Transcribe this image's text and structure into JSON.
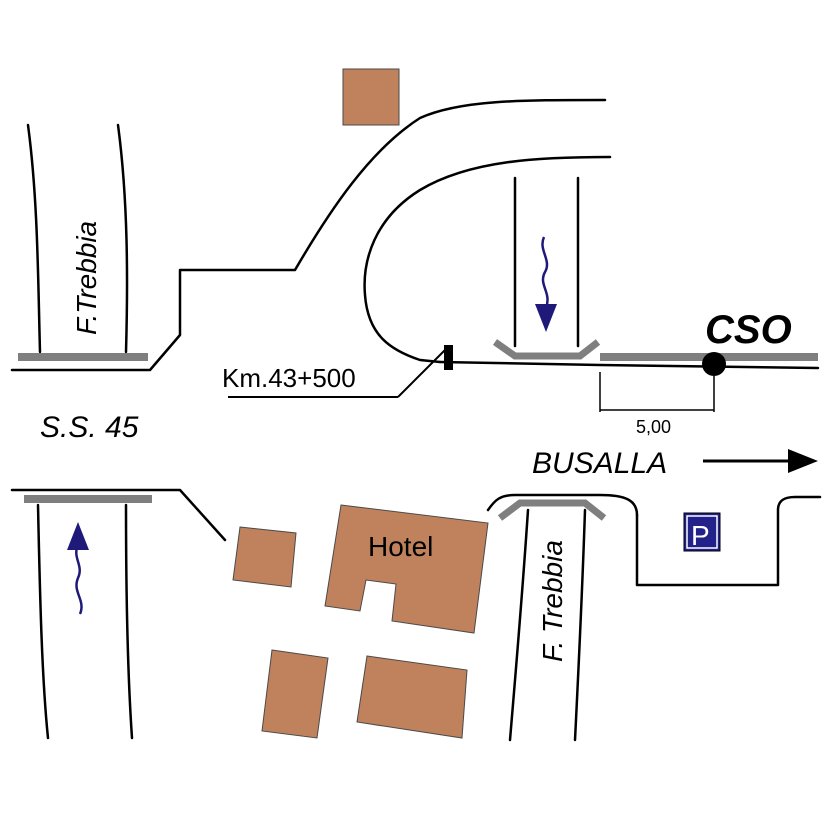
{
  "labels": {
    "river_west": "F.Trebbia",
    "river_east": "F. Trebbia",
    "road_name": "S.S. 45",
    "km_marker": "Km.43+500",
    "cso": "CSO",
    "distance": "5,00",
    "direction": "BUSALLA",
    "hotel": "Hotel",
    "parking": "P"
  },
  "colors": {
    "building": "#c0825c",
    "bridge": "#7f7f7f",
    "water_flow": "#1f1a7a",
    "parking_bg": "#22228a",
    "line": "#000000"
  },
  "icons": {
    "parking": "parking-sign-icon",
    "flow": "river-flow-arrow-icon",
    "direction": "arrow-right-icon",
    "cso_point": "cso-point-icon"
  }
}
